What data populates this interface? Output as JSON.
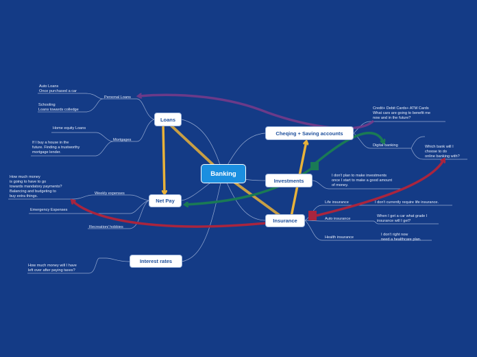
{
  "colors": {
    "background": "#143b86",
    "center_fill": "#1b8fe0",
    "branch_line": "#b9c8e6",
    "arrow_gold": "#e8b23a",
    "arrow_green": "#1a7a55",
    "arrow_red": "#a9253e",
    "arrow_purple": "#7b3a8a"
  },
  "center": {
    "label": "Banking"
  },
  "topics": {
    "loans": "Loans",
    "netpay": "Net Pay",
    "interest": "Interest  rates",
    "chequing": "Cheqing + Saving accounts",
    "investments": "Investments",
    "insurance": "Insurance"
  },
  "loans": {
    "personal": {
      "label": "Personal Loans",
      "notes": [
        [
          "Auto Loans",
          "Once purchased a car"
        ],
        [
          "Schooling",
          "Loans towards colledge"
        ]
      ]
    },
    "mortgages": {
      "label": "Mortgages",
      "notes": [
        [
          "Home equity Loans"
        ],
        [
          "If I buy a house in the",
          "future. Finding a trustworthy",
          "mortgage lender."
        ]
      ]
    }
  },
  "netpay": {
    "weekly": {
      "label": "Weekly expenses",
      "note": [
        "How much money",
        "is going to have to go",
        "towards mandatory payments?",
        "Balancing and budgeting to",
        "buy extra things."
      ]
    },
    "emergency": "Emergency Expenses",
    "recreation": "Recreation/ hobbies"
  },
  "interest": {
    "note": [
      "How much money will I have",
      "left over after paying taxes?"
    ]
  },
  "chequing": {
    "cards_note": [
      "Credit+ Debit Cards+ ATM Cards",
      "What cars are going to benefit me",
      "now and in the future?"
    ],
    "digital": "Digital banking",
    "digital_note": [
      "Which bank will I",
      "choose to do",
      "online banking with?"
    ]
  },
  "investments": {
    "note": [
      "I don't plan to make investments",
      "once I start to make a good amount",
      "of money."
    ]
  },
  "insurance": {
    "life": "Life insurance",
    "life_note": [
      "I don't currently require life insurance."
    ],
    "auto": "Auto insurance",
    "auto_note": [
      "When I get a car what grade I",
      "insurance will I get?"
    ],
    "health": "Health insurance",
    "health_note": [
      "I don't right now",
      "need a healthcare plan."
    ]
  }
}
